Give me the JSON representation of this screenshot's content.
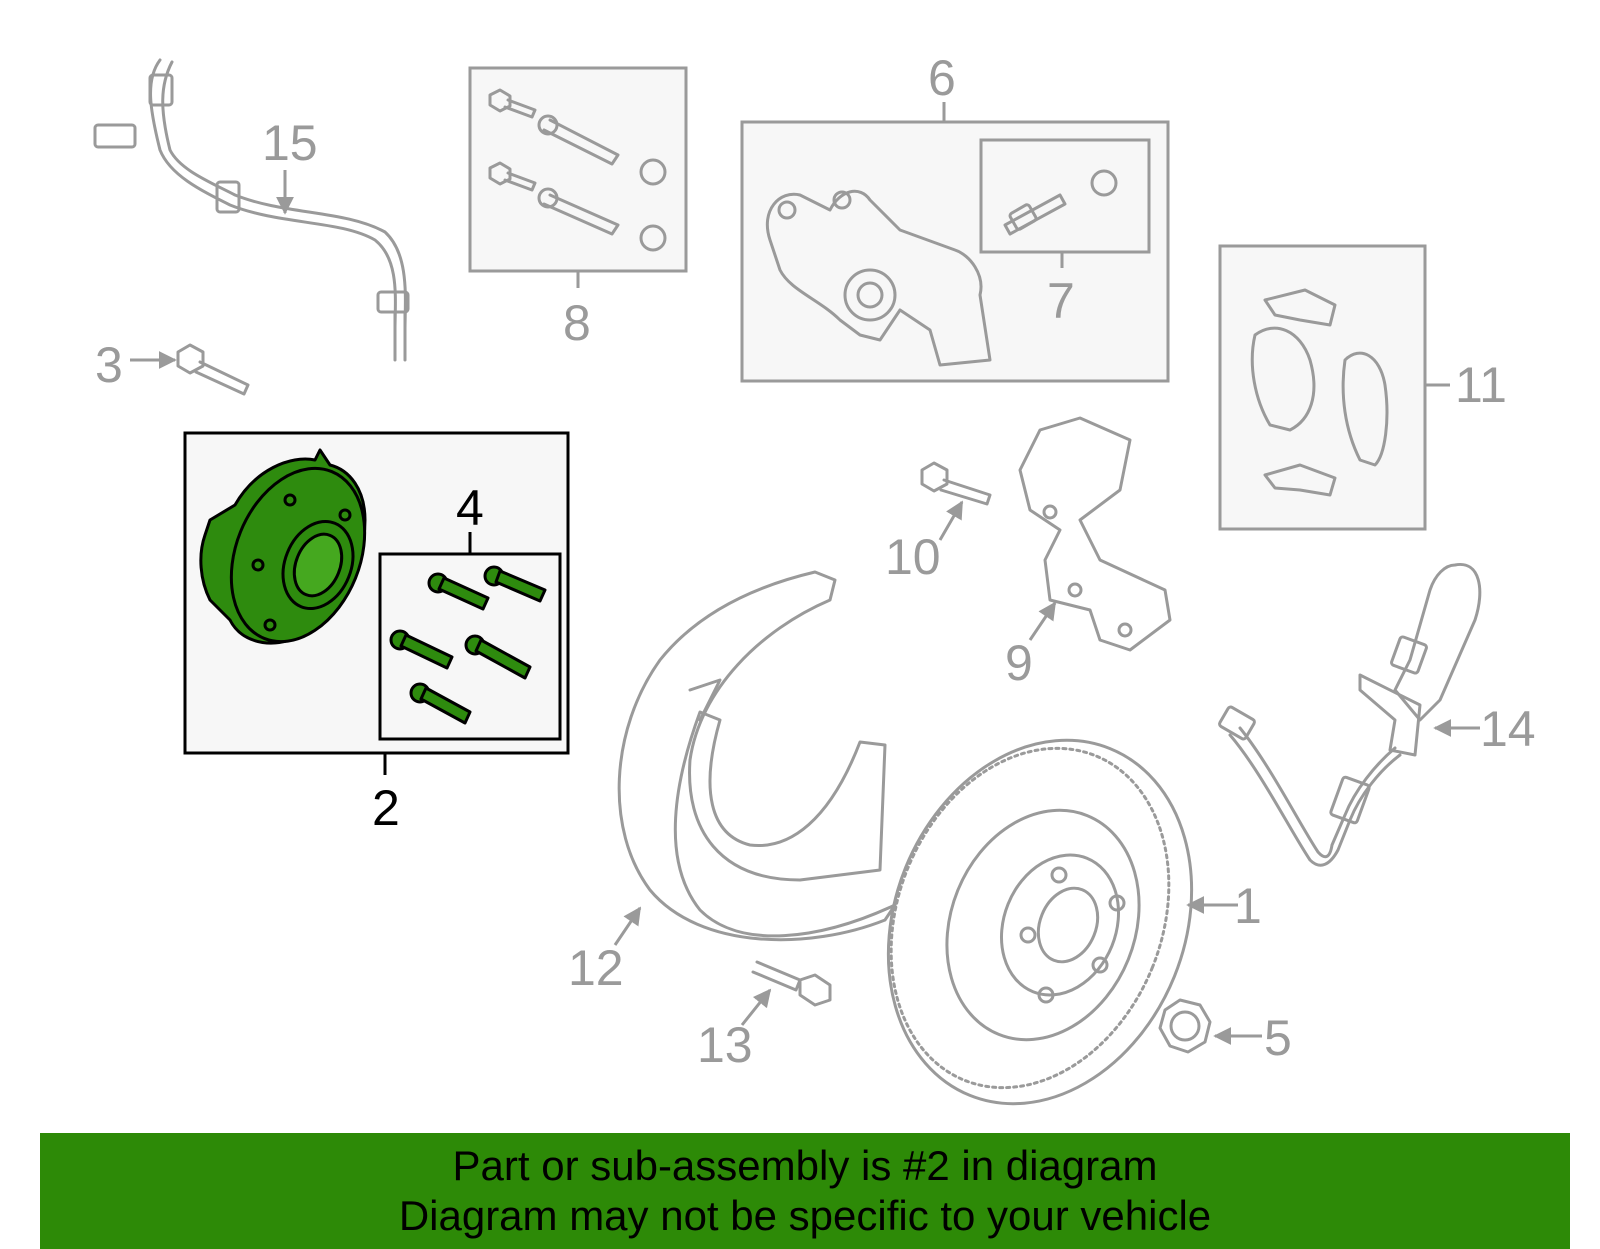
{
  "diagram": {
    "callouts": {
      "c1": "1",
      "c2": "2",
      "c3": "3",
      "c4": "4",
      "c5": "5",
      "c6": "6",
      "c7": "7",
      "c8": "8",
      "c9": "9",
      "c10": "10",
      "c11": "11",
      "c12": "12",
      "c13": "13",
      "c14": "14",
      "c15": "15"
    },
    "highlighted_part": "2"
  },
  "colors": {
    "highlight": "#2e8b0e",
    "banner": "#2d8a07",
    "outline": "#9a9a9a"
  },
  "banner": {
    "line1": "Part or sub-assembly is #2 in diagram",
    "line2": "Diagram may not be specific to your vehicle"
  }
}
